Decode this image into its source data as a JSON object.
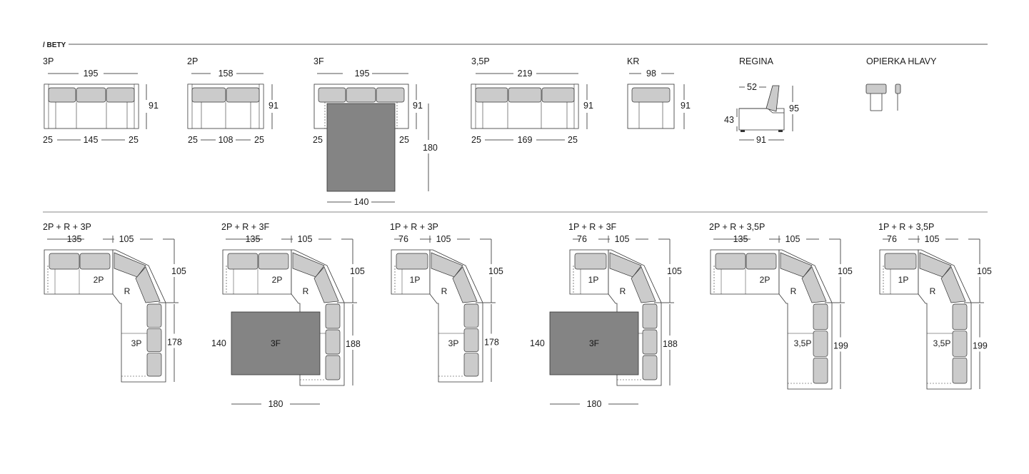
{
  "brand": "/ BETY",
  "colors": {
    "cushion": "#cbcbcb",
    "bed": "#848484",
    "line": "#333333",
    "dim": "#555555"
  },
  "top_row": [
    {
      "title": "3P",
      "width": "195",
      "depth": "91",
      "arm_left": "25",
      "seat": "145",
      "arm_right": "25"
    },
    {
      "title": "2P",
      "width": "158",
      "depth": "91",
      "arm_left": "25",
      "seat": "108",
      "arm_right": "25"
    },
    {
      "title": "3F",
      "width": "195",
      "depth": "91",
      "arm_left": "25",
      "arm_right": "25",
      "bed_length": "180",
      "bed_width": "140"
    },
    {
      "title": "3,5P",
      "width": "219",
      "depth": "91",
      "arm_left": "25",
      "seat": "169",
      "arm_right": "25"
    },
    {
      "title": "KR",
      "width": "98",
      "depth": "91"
    },
    {
      "title": "REGINA",
      "seat_depth": "52",
      "height": "95",
      "seat_height": "43",
      "length": "91"
    },
    {
      "title": "OPIERKA HLAVY"
    }
  ],
  "bottom_row": [
    {
      "title": "2P + R + 3P",
      "top_w": "135",
      "top_r": "105",
      "right_top": "105",
      "right_len": "178",
      "seat_a": "2P",
      "corner": "R",
      "seat_b": "3P"
    },
    {
      "title": "2P + R + 3F",
      "top_w": "135",
      "top_r": "105",
      "right_top": "105",
      "right_len": "188",
      "seat_a": "2P",
      "corner": "R",
      "bed": "3F",
      "bed_h": "140",
      "bed_w": "180"
    },
    {
      "title": "1P + R + 3P",
      "top_w": "76",
      "top_r": "105",
      "right_top": "105",
      "right_len": "178",
      "seat_a": "1P",
      "corner": "R",
      "seat_b": "3P"
    },
    {
      "title": "1P + R + 3F",
      "top_w": "76",
      "top_r": "105",
      "right_top": "105",
      "right_len": "188",
      "seat_a": "1P",
      "corner": "R",
      "bed": "3F",
      "bed_h": "140",
      "bed_w": "180"
    },
    {
      "title": "2P + R + 3,5P",
      "top_w": "135",
      "top_r": "105",
      "right_top": "105",
      "right_len": "199",
      "seat_a": "2P",
      "corner": "R",
      "seat_b": "3,5P"
    },
    {
      "title": "1P + R + 3,5P",
      "top_w": "76",
      "top_r": "105",
      "right_top": "105",
      "right_len": "199",
      "seat_a": "1P",
      "corner": "R",
      "seat_b": "3,5P"
    }
  ]
}
